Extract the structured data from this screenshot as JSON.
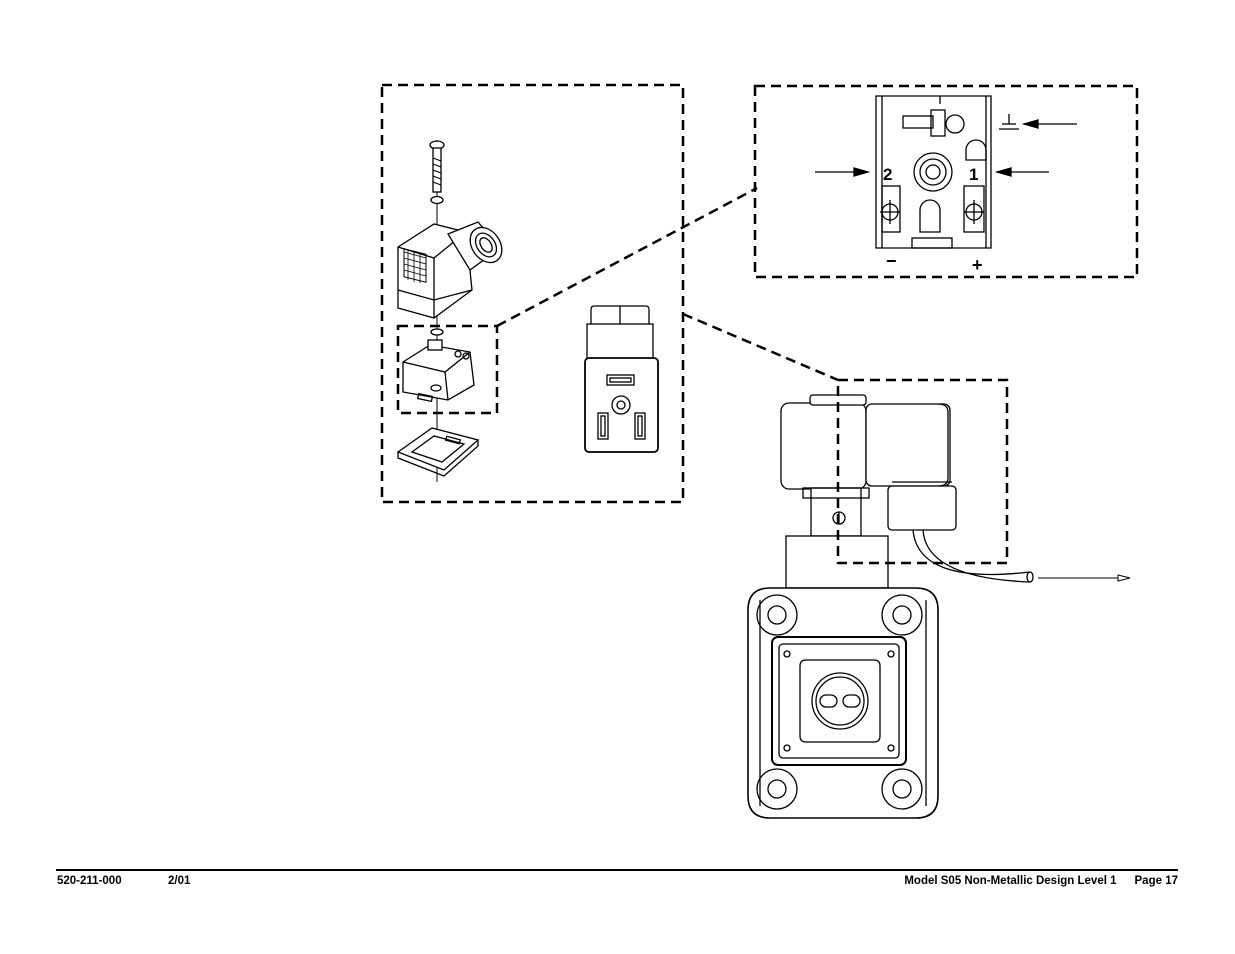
{
  "footer": {
    "document_number": "520-211-000",
    "date": "2/01",
    "model_title": "Model S05 Non-Metallic Design Level 1",
    "page": "Page 17"
  },
  "terminal_detail": {
    "terminal_2": "2",
    "terminal_1": "1",
    "negative_symbol": "−",
    "positive_symbol": "+"
  },
  "icons": [
    "ground-symbol",
    "arrow-left",
    "arrow-right"
  ],
  "colors": {
    "ink": "#000000",
    "paper": "#ffffff"
  }
}
